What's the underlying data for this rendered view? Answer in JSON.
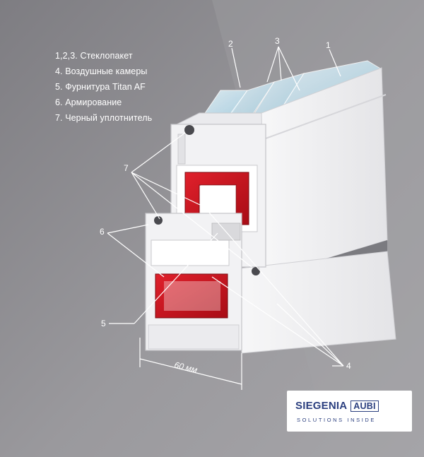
{
  "legend": [
    "1,2,3. Стеклопакет",
    "4. Воздушные камеры",
    "5. Фурнитура Titan AF",
    "6. Армирование",
    "7. Черный уплотнитель"
  ],
  "callouts": {
    "n1": "1",
    "n2": "2",
    "n3": "3",
    "n4": "4",
    "n5": "5",
    "n6": "6",
    "n7": "7"
  },
  "dimension": "60 мм",
  "logo": {
    "brand": "SIEGENIA",
    "brand_mark": "AUBI",
    "tagline": "SOLUTIONS INSIDE"
  },
  "colors": {
    "background": "#8f8e92",
    "reinforcement_red": "#c8101c",
    "gasket_green": "#1f8a4a",
    "glass": "#cfe7f2",
    "logo_blue": "#2b3f7f"
  }
}
